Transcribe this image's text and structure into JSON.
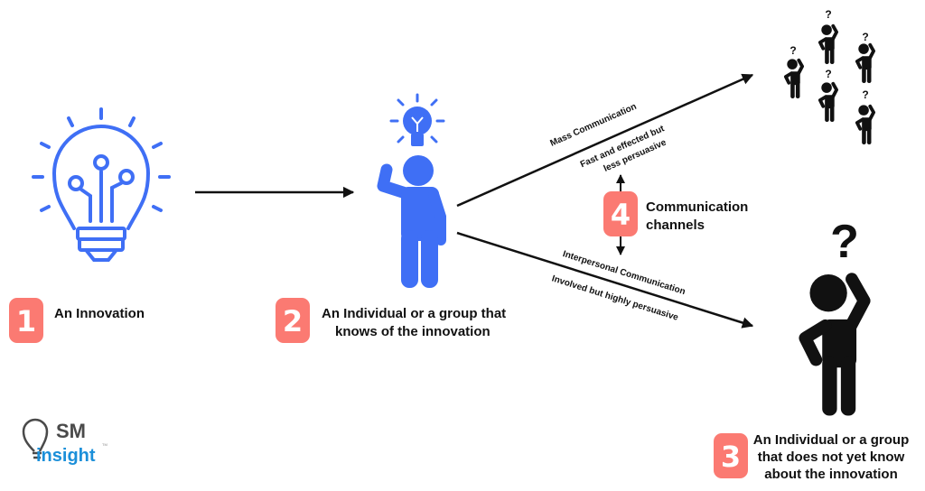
{
  "colors": {
    "accent_blue": "#3f6ff5",
    "badge": "#fb7a72",
    "black": "#111111",
    "logo_grey": "#4a4a4a",
    "logo_blue": "#1b8fd9"
  },
  "steps": [
    {
      "number": "1",
      "lines": [
        "An Innovation"
      ]
    },
    {
      "number": "2",
      "lines": [
        "An Individual or a group that",
        "knows of the innovation"
      ]
    },
    {
      "number": "3",
      "lines": [
        "An Individual or a group",
        "that does not yet know",
        "about the innovation"
      ]
    },
    {
      "number": "4",
      "lines": [
        "Communication",
        "channels"
      ]
    }
  ],
  "channels": {
    "mass": {
      "title": "Mass Communication",
      "desc": [
        "Fast and effected but",
        "less persuasive"
      ]
    },
    "interpersonal": {
      "title": "Interpersonal  Communication",
      "desc": "Involved but highly persuasive"
    }
  },
  "question_mark": "?",
  "logo": {
    "top": "SM",
    "bottom": "insight",
    "tm": "TM"
  },
  "icons": [
    "lightbulb-circuit-icon",
    "person-idea-icon",
    "confused-person-icon",
    "confused-group-icon"
  ]
}
